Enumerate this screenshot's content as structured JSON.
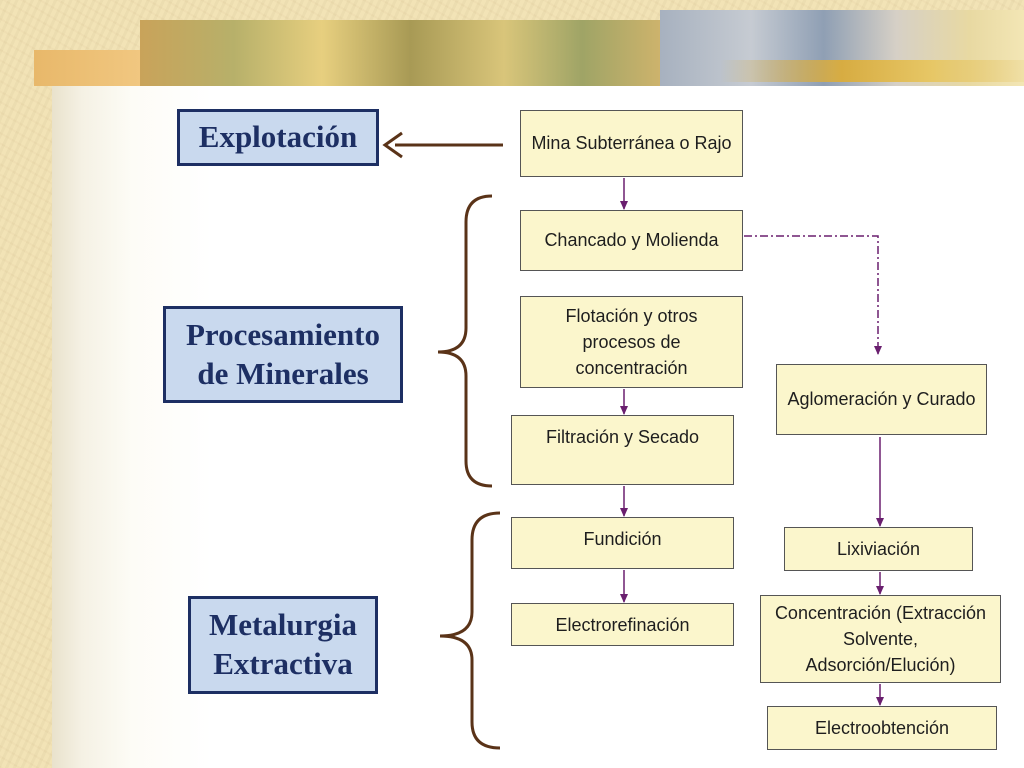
{
  "stages": {
    "explotacion": "Explotación",
    "procesamiento": "Procesamiento\nde Minerales",
    "metalurgia": "Metalurgia\nExtractiva"
  },
  "steps": {
    "mina": "Mina Subterránea o Rajo",
    "chancado": "Chancado y Molienda",
    "flotacion": "Flotación y otros procesos de concentración",
    "filtracion": "Filtración y Secado",
    "fundicion": "Fundición",
    "electrorefinacion": "Electrorefinación",
    "aglomeracion": "Aglomeración y Curado",
    "lixiviacion": "Lixiviación",
    "concentracion": "Concentración (Extracción Solvente, Adsorción/Elución)",
    "electroobtencion": "Electroobtención"
  },
  "colors": {
    "stage_fill": "#c9d9ee",
    "stage_border": "#1d2f63",
    "step_fill": "#fbf6cc",
    "arrow": "#6a1f6f",
    "bracket": "#5a3318"
  }
}
